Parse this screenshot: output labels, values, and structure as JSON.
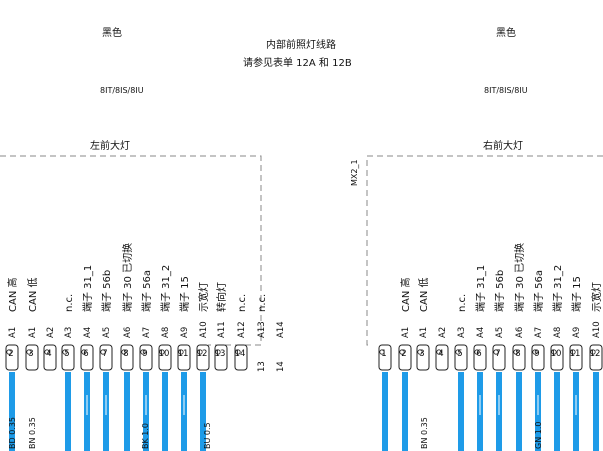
{
  "header": {
    "left_color": "黑色",
    "right_color": "黑色",
    "title_line1": "内部前照灯线路",
    "title_line2": "请参见表单 12A 和 12B"
  },
  "codes": {
    "left": "8IT/8IS/8IU",
    "right": "8IT/8IS/8IU"
  },
  "left_lamp": {
    "title": "左前大灯"
  },
  "right_lamp": {
    "title": "右前大灯",
    "connector_id": "MX2_1"
  },
  "left_connector": {
    "pins": [
      {
        "fn": "CAN 高",
        "code": "A1",
        "num": "2"
      },
      {
        "fn": "CAN 低",
        "code": "A1",
        "num": "3"
      },
      {
        "fn": "",
        "code": "A2",
        "num": "4"
      },
      {
        "fn": "n.c.",
        "code": "A3",
        "num": "5"
      },
      {
        "fn": "端子 31_1",
        "code": "A4",
        "num": "6"
      },
      {
        "fn": "端子 56b",
        "code": "A5",
        "num": "7"
      },
      {
        "fn": "端子 30 已切换",
        "code": "A6",
        "num": "8"
      },
      {
        "fn": "端子 56a",
        "code": "A7",
        "num": "9"
      },
      {
        "fn": "端子 31_2",
        "code": "A8",
        "num": "10"
      },
      {
        "fn": "端子 15",
        "code": "A9",
        "num": "11"
      },
      {
        "fn": "示宽灯",
        "code": "A10",
        "num": "12"
      },
      {
        "fn": "转向灯",
        "code": "A11",
        "num": "13"
      },
      {
        "fn": "n.c.",
        "code": "A12",
        "num": "14"
      },
      {
        "fn": "n.c.",
        "code": "A13",
        "num": "13"
      },
      {
        "fn": "",
        "code": "A14",
        "num": "14"
      }
    ],
    "wire_labels": {
      "first": "BD 0.35",
      "second": "BN 0.35",
      "mid": "BK 1.0",
      "last": "BU 0.5"
    }
  },
  "right_connector": {
    "pins": [
      {
        "fn": "",
        "code": "",
        "num": "1"
      },
      {
        "fn": "CAN 高",
        "code": "A1",
        "num": "2"
      },
      {
        "fn": "CAN 低",
        "code": "A1",
        "num": "3"
      },
      {
        "fn": "",
        "code": "A2",
        "num": "4"
      },
      {
        "fn": "n.c.",
        "code": "A3",
        "num": "5"
      },
      {
        "fn": "端子 31_1",
        "code": "A4",
        "num": "6"
      },
      {
        "fn": "端子 56b",
        "code": "A5",
        "num": "7"
      },
      {
        "fn": "端子 30 已切换",
        "code": "A6",
        "num": "8"
      },
      {
        "fn": "端子 56a",
        "code": "A7",
        "num": "9"
      },
      {
        "fn": "端子 31_2",
        "code": "A8",
        "num": "10"
      },
      {
        "fn": "端子 15",
        "code": "A9",
        "num": "11"
      },
      {
        "fn": "示宽灯",
        "code": "A10",
        "num": "12"
      }
    ],
    "wire_labels": {
      "second": "BN 0.35",
      "mid": "GN 1.0"
    }
  },
  "colors": {
    "wire": "#1e9be8",
    "dash": "#8a8a8a",
    "line": "#222222"
  }
}
